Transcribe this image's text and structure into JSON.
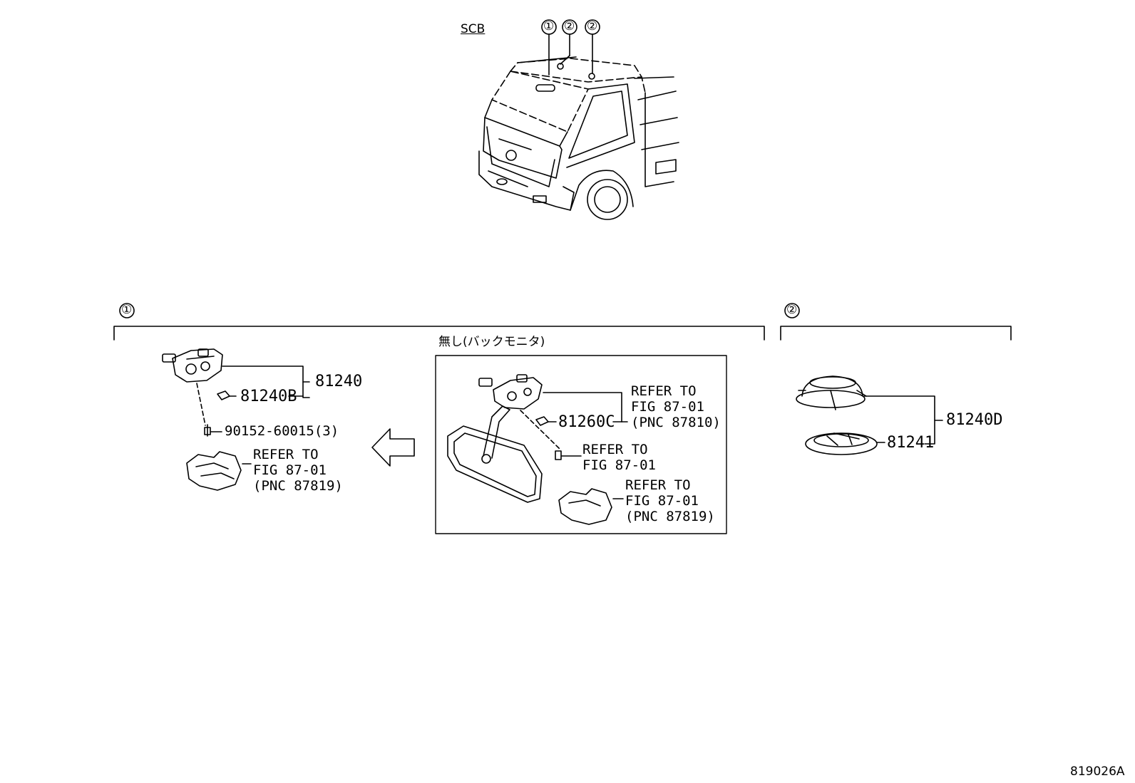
{
  "header": {
    "variant_code": "SCB",
    "callouts": [
      "①",
      "②",
      "②"
    ]
  },
  "section_1": {
    "marker": "①",
    "parts": {
      "lamp_assy": "81240",
      "bulb": "81240B",
      "screw": "90152-60015(3)"
    },
    "refer": {
      "line1": "REFER TO",
      "line2": "FIG 87-01",
      "line3": "(PNC 87819)"
    }
  },
  "variant_box": {
    "title": "無し(バックモニタ)",
    "bulb": "81260C",
    "refer_lamp": {
      "line1": "REFER TO",
      "line2": "FIG 87-01",
      "line3": "(PNC 87810)"
    },
    "refer_screw": {
      "line1": "REFER TO",
      "line2": "FIG 87-01"
    },
    "refer_cover": {
      "line1": "REFER TO",
      "line2": "FIG 87-01",
      "line3": "(PNC 87819)"
    }
  },
  "section_2": {
    "marker": "②",
    "parts": {
      "lamp_assy": "81240D",
      "lens": "81241"
    }
  },
  "footer": {
    "illustration_number": "819026A"
  }
}
